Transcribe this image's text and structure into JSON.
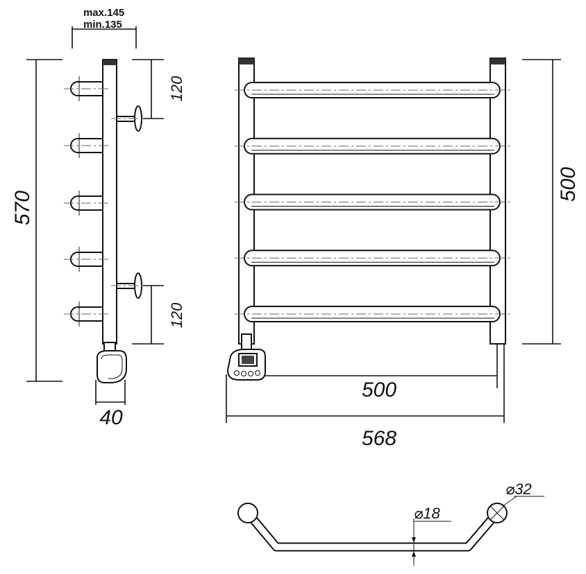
{
  "side_view": {
    "depth_max": "max.145",
    "depth_min": "min.135",
    "total_height": "570",
    "top_offset": "120",
    "bottom_offset": "120",
    "heater_width": "40"
  },
  "front_view": {
    "center_distance": "500",
    "overall_width": "568",
    "riser_height": "500",
    "rung_count": 5
  },
  "top_view": {
    "riser_diameter": "⌀32",
    "rung_diameter": "⌀18"
  }
}
